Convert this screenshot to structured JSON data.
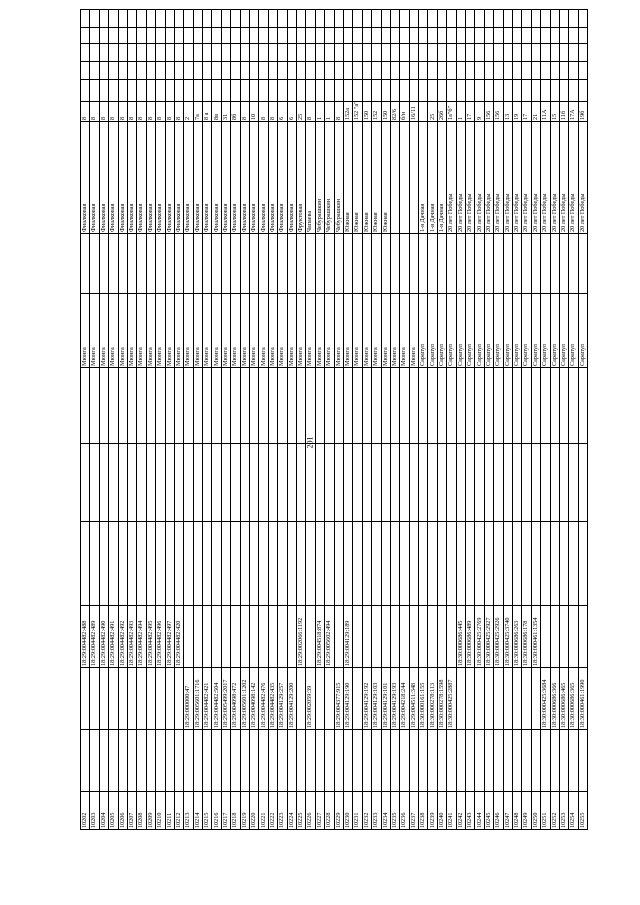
{
  "page_number": "201",
  "rows": [
    {
      "n": "10202",
      "a": "",
      "b": "18:29:004482:488",
      "place": "Мюнга",
      "street": "Фиалковая",
      "house": "8"
    },
    {
      "n": "10203",
      "a": "",
      "b": "18:29:004482:489",
      "place": "Мюнга",
      "street": "Фиалковая",
      "house": "8"
    },
    {
      "n": "10204",
      "a": "",
      "b": "18:29:004482:490",
      "place": "Мюнга",
      "street": "Фиалковая",
      "house": "8"
    },
    {
      "n": "10205",
      "a": "",
      "b": "18:29:004482:491",
      "place": "Мюнга",
      "street": "Фиалковая",
      "house": "8"
    },
    {
      "n": "10206",
      "a": "",
      "b": "18:29:004482:492",
      "place": "Мюнга",
      "street": "Фиалковая",
      "house": "8"
    },
    {
      "n": "10207",
      "a": "",
      "b": "18:29:004482:493",
      "place": "Мюнга",
      "street": "Фиалковая",
      "house": "8"
    },
    {
      "n": "10208",
      "a": "",
      "b": "18:29:004482:494",
      "place": "Мюнга",
      "street": "Фиалковая",
      "house": "8"
    },
    {
      "n": "10209",
      "a": "",
      "b": "18:29:004482:495",
      "place": "Мюнга",
      "street": "Фиалковая",
      "house": "8"
    },
    {
      "n": "10210",
      "a": "",
      "b": "18:29:004482:496",
      "place": "Мюнга",
      "street": "Фиалковая",
      "house": "8"
    },
    {
      "n": "10211",
      "a": "",
      "b": "18:29:004482:497",
      "place": "Мюнга",
      "street": "Фиалковая",
      "house": "8"
    },
    {
      "n": "10212",
      "a": "",
      "b": "18:29:004482:420",
      "place": "Мюнга",
      "street": "Фиалковая",
      "house": "8"
    },
    {
      "n": "10213",
      "a": "18:29:000000:47",
      "b": "",
      "place": "Мюнга",
      "street": "Фиалковая",
      "house": "2"
    },
    {
      "n": "10214",
      "a": "18:29:005601:1716",
      "b": "",
      "place": "Мюнга",
      "street": "Фиалковая",
      "house": "7а"
    },
    {
      "n": "10215",
      "a": "18:29:004482:421",
      "b": "",
      "place": "Мюнга",
      "street": "Фиалковая",
      "house": "8 а"
    },
    {
      "n": "10216",
      "a": "18:29:004482:504",
      "b": "",
      "place": "Мюнга",
      "street": "Фиалковая",
      "house": "8в"
    },
    {
      "n": "10217",
      "a": "18:29:005499:2017",
      "b": "",
      "place": "Мюнга",
      "street": "Фиалковая",
      "house": "31"
    },
    {
      "n": "10218",
      "a": "18:29:004098:472",
      "b": "",
      "place": "Мюнга",
      "street": "Фиалковая",
      "house": "8б"
    },
    {
      "n": "10219",
      "a": "18:29:005601:1202",
      "b": "",
      "place": "Мюнга",
      "street": "Фиалковая",
      "house": "8"
    },
    {
      "n": "10220",
      "a": "18:29:004098:142",
      "b": "",
      "place": "Мюнга",
      "street": "Фиалковая",
      "house": "10"
    },
    {
      "n": "10221",
      "a": "18:29:004482:476",
      "b": "",
      "place": "Мюнга",
      "street": "Фиалковая",
      "house": "8"
    },
    {
      "n": "10222",
      "a": "18:29:004482:435",
      "b": "",
      "place": "Мюнга",
      "street": "Фиалковая",
      "house": "8"
    },
    {
      "n": "10223",
      "a": "18:29:004129:257",
      "b": "",
      "place": "Мюнга",
      "street": "Фиалковая",
      "house": "6"
    },
    {
      "n": "10224",
      "a": "18:29:004129:200",
      "b": "",
      "place": "Мюнга",
      "street": "Фиалковая",
      "house": "6"
    },
    {
      "n": "10225",
      "a": "",
      "b": "18:29:002066:1192",
      "place": "Мюнга",
      "street": "Фруктовая",
      "house": "25"
    },
    {
      "n": "10226",
      "a": "18:29:002059:39",
      "b": "",
      "place": "Мюнга",
      "street": "Чапаева",
      "house": "8"
    },
    {
      "n": "10227",
      "a": "",
      "b": "18:29:004518:874",
      "place": "Мюнга",
      "street": "Чебурашкин",
      "house": "1"
    },
    {
      "n": "10228",
      "a": "",
      "b": "18:29:005602:494",
      "place": "Мюнга",
      "street": "Чебурашкин",
      "house": "1"
    },
    {
      "n": "10229",
      "a": "18:29:004377:915",
      "b": "",
      "place": "Мюнга",
      "street": "Чебурашкин",
      "house": "8"
    },
    {
      "n": "10230",
      "a": "18:29:004129:190",
      "b": "18:29:004129:189",
      "place": "Мюнга",
      "street": "Южная",
      "house": "152а"
    },
    {
      "n": "10231",
      "a": "",
      "b": "",
      "place": "Мюнга",
      "street": "Южная",
      "house": "152 \"а\""
    },
    {
      "n": "10232",
      "a": "18:29:004129:192",
      "b": "",
      "place": "Мюнга",
      "street": "Южная",
      "house": "150"
    },
    {
      "n": "10233",
      "a": "18:29:004129:103",
      "b": "",
      "place": "Мюнга",
      "street": "Южная",
      "house": "152"
    },
    {
      "n": "10234",
      "a": "18:29:004129:101",
      "b": "",
      "place": "Мюнга",
      "street": "Южная",
      "house": "150"
    },
    {
      "n": "10235",
      "a": "18:29:004129:193",
      "b": "",
      "place": "Мюнга",
      "street": "",
      "house": "82/6"
    },
    {
      "n": "10236",
      "a": "18:29:004218:244",
      "b": "",
      "place": "Мюнга",
      "street": "",
      "house": "б/н"
    },
    {
      "n": "10237",
      "a": "18:29:004511:348",
      "b": "",
      "place": "Мюнга",
      "street": "",
      "house": "16/11"
    },
    {
      "n": "10238",
      "a": "18:30:000161:155",
      "b": "",
      "place": "Сарапул",
      "street": "1-я Дачная",
      "house": ""
    },
    {
      "n": "10239",
      "a": "18:30:000278:113",
      "b": "",
      "place": "Сарапул",
      "street": "1-я Дачная",
      "house": "25"
    },
    {
      "n": "10240",
      "a": "18:30:000278:1598",
      "b": "",
      "place": "Сарапул",
      "street": "1-я Дачная",
      "house": "26б"
    },
    {
      "n": "10241",
      "a": "18:30:000425:2887",
      "b": "",
      "place": "Сарапул",
      "street": "20 лет Победы",
      "house": "1а\"б\""
    },
    {
      "n": "10242",
      "a": "",
      "b": "18:30:000686:445",
      "place": "Сарапул",
      "street": "20 лет Победы",
      "house": "1"
    },
    {
      "n": "10243",
      "a": "",
      "b": "18:30:000686:489",
      "place": "Сарапул",
      "street": "20 лет Победы",
      "house": "17"
    },
    {
      "n": "10244",
      "a": "",
      "b": "18:30:000425:2769",
      "place": "Сарапул",
      "street": "20 лет Победы",
      "house": "9"
    },
    {
      "n": "10245",
      "a": "",
      "b": "18:30:000425:2927",
      "place": "Сарапул",
      "street": "20 лет Победы",
      "house": "156"
    },
    {
      "n": "10246",
      "a": "",
      "b": "18:30:000425:2926",
      "place": "Сарапул",
      "street": "20 лет Победы",
      "house": "156"
    },
    {
      "n": "10247",
      "a": "",
      "b": "18:30:000425:3740",
      "place": "Сарапул",
      "street": "20 лет Победы",
      "house": "13"
    },
    {
      "n": "10248",
      "a": "",
      "b": "18:30:000686:263",
      "place": "Сарапул",
      "street": "20 лет Победы",
      "house": "19"
    },
    {
      "n": "10249",
      "a": "",
      "b": "18:30:000686:178",
      "place": "Сарапул",
      "street": "20 лет Победы",
      "house": "17"
    },
    {
      "n": "10250",
      "a": "",
      "b": "18:30:000461:1354",
      "place": "Сарапул",
      "street": "20 лет Победы",
      "house": "21"
    },
    {
      "n": "10251",
      "a": "18:30:000425:3684",
      "b": "",
      "place": "Сарапул",
      "street": "20 лет Победы",
      "house": "11А"
    },
    {
      "n": "10252",
      "a": "18:30:000686:366",
      "b": "",
      "place": "Сарапул",
      "street": "20 лет Победы",
      "house": "15"
    },
    {
      "n": "10253",
      "a": "18:30:000686:465",
      "b": "",
      "place": "Сарапул",
      "street": "20 лет Победы",
      "house": "11б"
    },
    {
      "n": "10254",
      "a": "18:30:000686:365",
      "b": "",
      "place": "Сарапул",
      "street": "20 лет Победы",
      "house": "17А"
    },
    {
      "n": "10255",
      "a": "18:30:000461:1990",
      "b": "",
      "place": "Сарапул",
      "street": "20 лет Победы",
      "house": "19б"
    }
  ]
}
